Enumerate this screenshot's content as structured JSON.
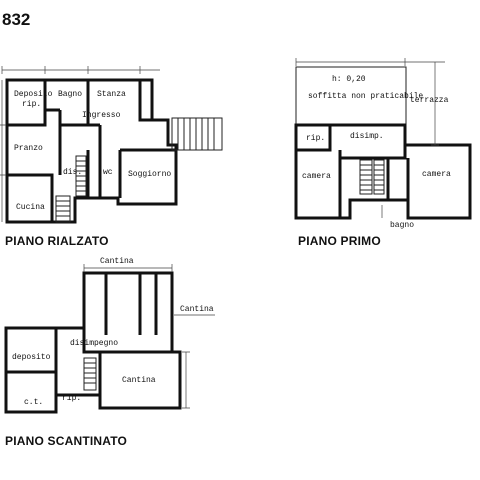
{
  "page_number": "832",
  "plans": {
    "rialzato": {
      "title": "PIANO RIALZATO",
      "rooms": {
        "deposito": "Deposito",
        "rip": "rip.",
        "bagno": "Bagno",
        "stanza": "Stanza",
        "ingresso": "Ingresso",
        "pranzo": "Pranzo",
        "dis": "dis.",
        "wc": "wc",
        "soggiorno": "Soggiorno",
        "cucina": "Cucina"
      }
    },
    "primo": {
      "title": "PIANO PRIMO",
      "rooms": {
        "height": "h: 0,20",
        "soffitta": "soffitta non praticabile",
        "terrazza": "terrazza",
        "rip": "rip.",
        "disimp": "disimp.",
        "camera_left": "camera",
        "camera_right": "camera",
        "bagno": "bagno"
      }
    },
    "scantinato": {
      "title": "PIANO SCANTINATO",
      "rooms": {
        "cantina_top": "Cantina",
        "cantina_right": "Cantina",
        "deposito": "deposito",
        "disimpegno": "disimpegno",
        "cantina_main": "Cantina",
        "ct": "c.t.",
        "rip": "rip."
      }
    }
  }
}
